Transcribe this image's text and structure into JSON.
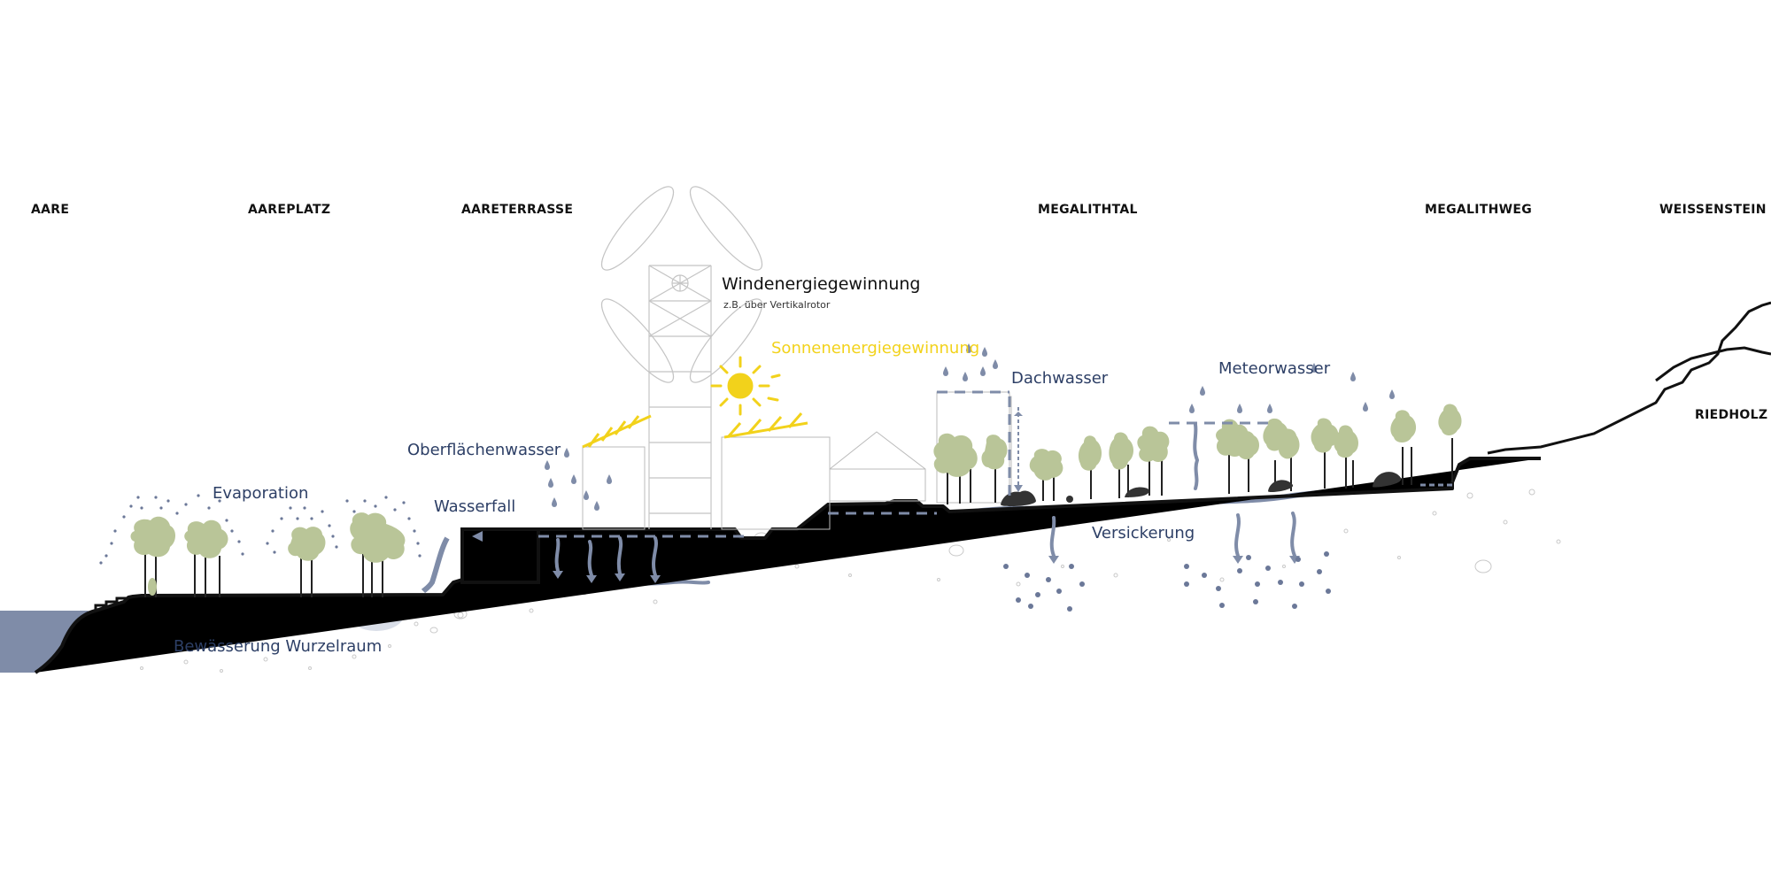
{
  "places": {
    "aare": "AARE",
    "aareplatz": "AAREPLATZ",
    "aareterrasse": "AARETERRASSE",
    "megalithtal": "MEGALITHTAL",
    "megalithweg": "MEGALITHWEG",
    "weissenstein": "WEISSENSTEIN",
    "riedholz": "RIEDHOLZ"
  },
  "labels": {
    "wind": "Windenergiegewinnung",
    "wind_sub": "z.B. über Vertikalrotor",
    "solar": "Sonnenenergiegewinnung",
    "dachwasser": "Dachwasser",
    "meteorwasser": "Meteorwasser",
    "oberflaechenwasser": "Oberflächenwasser",
    "evaporation": "Evaporation",
    "wasserfall": "Wasserfall",
    "versickerung": "Versickerung",
    "bewaesserung": "Bewässerung Wurzelraum"
  },
  "colors": {
    "water": "#7f8ca8",
    "water_dark": "#6b7898",
    "label_blue": "#2d3f66",
    "solar_yellow": "#f2d21b",
    "tree_green": "#b9c598",
    "ground_line": "#111111",
    "root_zone": "#d9dee8"
  }
}
